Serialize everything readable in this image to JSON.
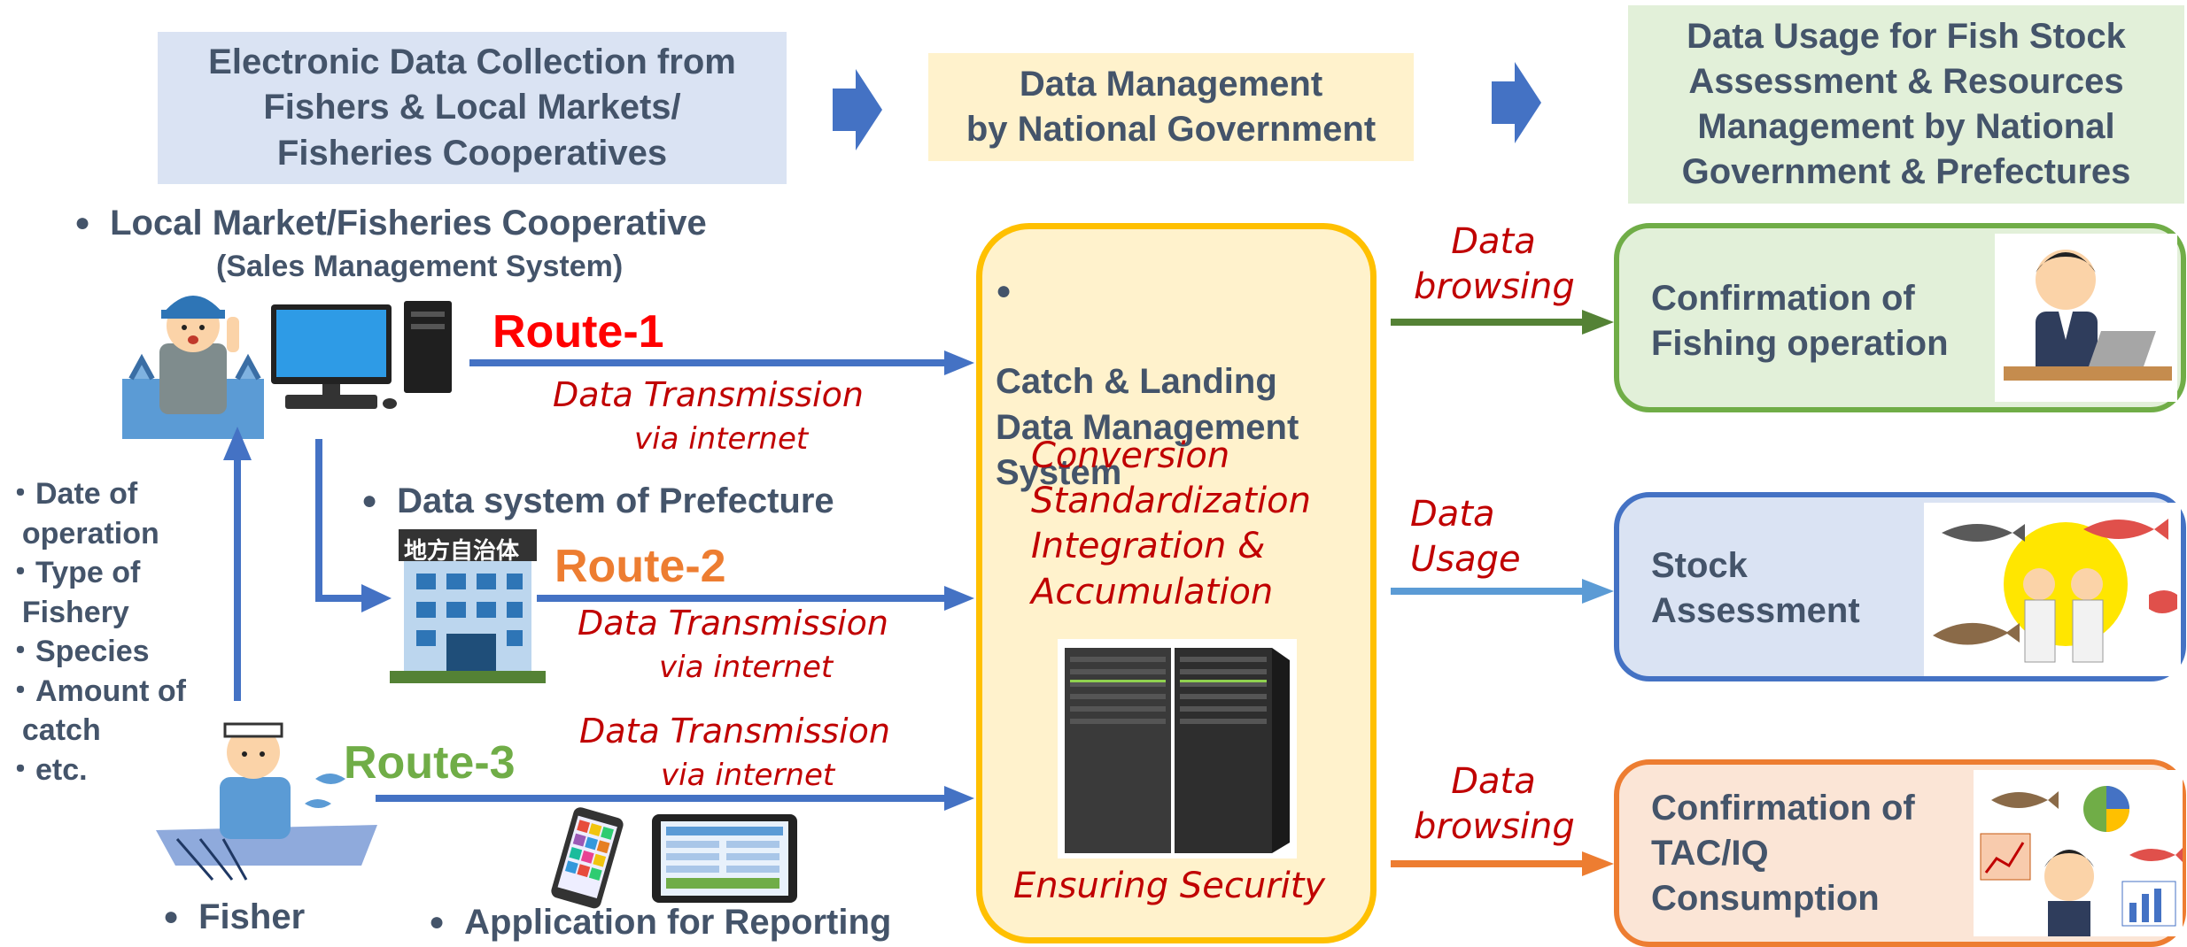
{
  "headers": {
    "collection": "Electronic Data Collection from\nFishers & Local Markets/\nFisheries Cooperatives",
    "management": "Data Management\nby National Government",
    "usage": "Data Usage for Fish Stock\nAssessment & Resources\nManagement by National\nGovernment & Prefectures"
  },
  "sources": {
    "market_title": "Local Market/Fisheries Cooperative",
    "market_subtitle": "(Sales Management System)",
    "prefecture_title": "Data system of Prefecture",
    "municipality_sign": "地方自治体",
    "fisher_title": "Fisher",
    "app_title": "Application for Reporting"
  },
  "items_list": [
    "・Date of",
    "  operation",
    "・Type of",
    "  Fishery",
    "・Species",
    "・Amount of",
    "  catch",
    "・etc."
  ],
  "routes": [
    {
      "label": "Route-1",
      "color": "#ff0000",
      "transmission": "Data Transmission",
      "via": "via internet"
    },
    {
      "label": "Route-2",
      "color": "#ed7d31",
      "transmission": "Data Transmission",
      "via": "via internet"
    },
    {
      "label": "Route-3",
      "color": "#70ad47",
      "transmission": "Data Transmission",
      "via": "via internet"
    }
  ],
  "center": {
    "title": "Catch & Landing\nData Management\nSystem",
    "processes": "Conversion\nStandardization\nIntegration &\nAccumulation",
    "security": "Ensuring Security"
  },
  "outputs": [
    {
      "flow_label": "Data\nbrowsing",
      "box_text": "Confirmation of\nFishing operation",
      "color": "#70ad47",
      "arrow_color": "#548235"
    },
    {
      "flow_label": "Data\nUsage",
      "box_text": "Stock\nAssessment",
      "color": "#4472c4",
      "arrow_color": "#5b9bd5"
    },
    {
      "flow_label": "Data\nbrowsing",
      "box_text": "Confirmation of\nTAC/IQ\nConsumption",
      "color": "#ed7d31",
      "arrow_color": "#ed7d31"
    }
  ],
  "colors": {
    "header_blue": "#dae3f3",
    "header_yellow": "#fff2cc",
    "header_green": "#e2f0d9",
    "center_border": "#ffc000",
    "center_fill": "#fff2cc",
    "arrow_blue": "#4472c4"
  }
}
